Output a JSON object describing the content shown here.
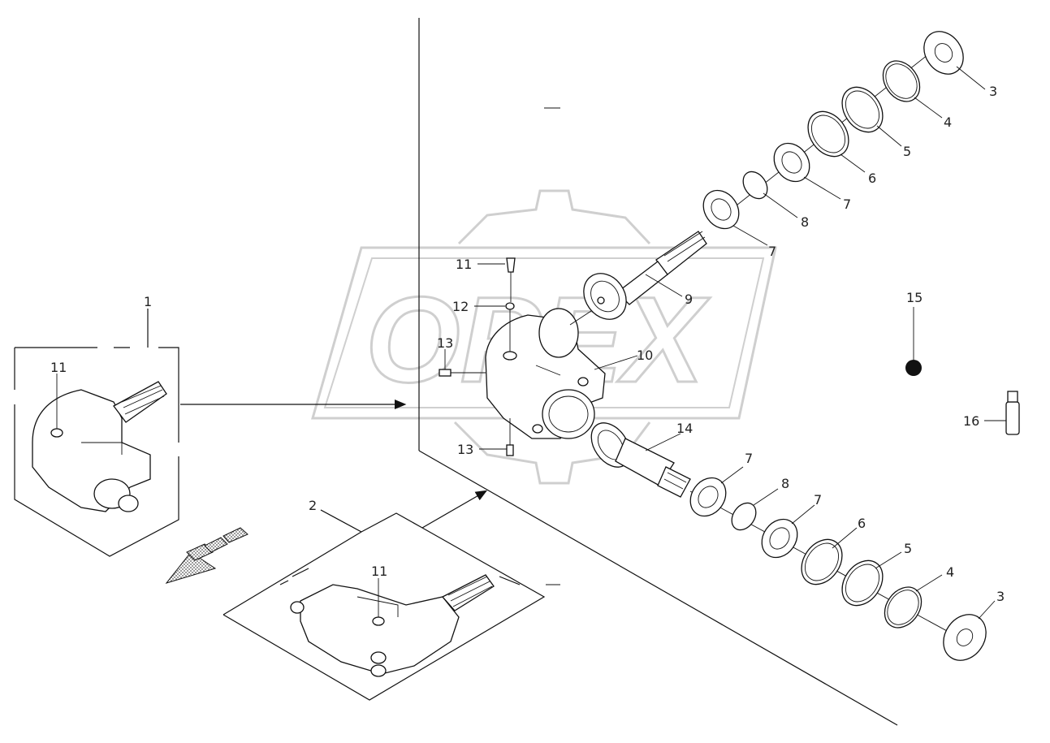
{
  "watermark": {
    "text": "OPEX",
    "color": "#cfcfcf"
  },
  "callouts": {
    "c1": "1",
    "c2": "2",
    "c3a": "3",
    "c3b": "3",
    "c4a": "4",
    "c4b": "4",
    "c5a": "5",
    "c5b": "5",
    "c6a": "6",
    "c6b": "6",
    "c7a": "7",
    "c7b": "7",
    "c7c": "7",
    "c7d": "7",
    "c8a": "8",
    "c8b": "8",
    "c9": "9",
    "c10": "10",
    "c11a": "11",
    "c11b": "11",
    "c11c": "11",
    "c12": "12",
    "c13a": "13",
    "c13b": "13",
    "c14": "14",
    "c15": "15",
    "c16": "16"
  }
}
